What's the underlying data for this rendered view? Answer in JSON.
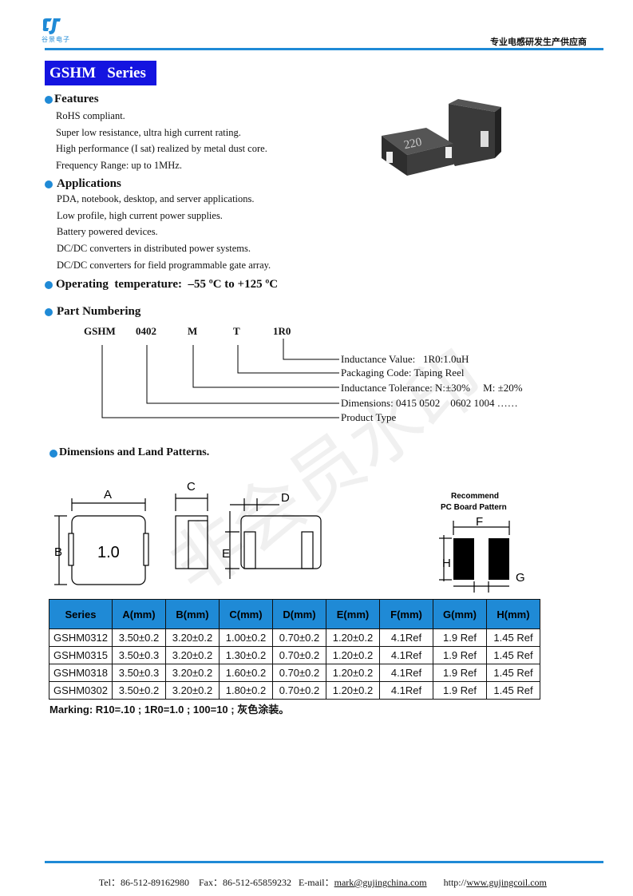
{
  "header": {
    "company_tagline": "专业电感研发生产供应商",
    "logo_text": "谷景电子"
  },
  "series_title": "GSHM   Series",
  "features": {
    "title": "Features",
    "items": [
      "RoHS compliant.",
      "Super low resistance, ultra high current rating.",
      "High performance (I sat) realized by metal dust core.",
      "Frequency Range: up to 1MHz."
    ]
  },
  "applications": {
    "title": "Applications",
    "items": [
      "PDA, notebook, desktop, and server applications.",
      "Low profile, high current power supplies.",
      "Battery powered devices.",
      "DC/DC converters in distributed power systems.",
      "DC/DC converters for field programmable gate array."
    ]
  },
  "operating_temp": "Operating  temperature:  –55 ºC to +125 ºC",
  "part_numbering": {
    "title": "Part Numbering",
    "codes": [
      "GSHM",
      "0402",
      "M",
      "T",
      "1R0"
    ],
    "legend": [
      "Inductance Value:   1R0:1.0uH",
      "Packaging Code: Taping Reel",
      "Inductance Tolerance: N:±30%     M: ±20%",
      "Dimensions: 0415 0502    0602 1004 ……",
      "Product Type"
    ]
  },
  "product_marking": "220",
  "dimensions": {
    "title": "Dimensions and Land Patterns.",
    "drawing_labels": {
      "A": "A",
      "B": "B",
      "C": "C",
      "D": "D",
      "E": "E",
      "F": "F",
      "G": "G",
      "H": "H",
      "value": "1.0",
      "recommend_line1": "Recommend",
      "recommend_line2": "PC Board Pattern"
    },
    "headers": [
      "Series",
      "A(mm)",
      "B(mm)",
      "C(mm)",
      "D(mm)",
      "E(mm)",
      "F(mm)",
      "G(mm)",
      "H(mm)"
    ],
    "rows": [
      [
        "GSHM0312",
        "3.50±0.2",
        "3.20±0.2",
        "1.00±0.2",
        "0.70±0.2",
        "1.20±0.2",
        "4.1Ref",
        "1.9 Ref",
        "1.45 Ref"
      ],
      [
        "GSHM0315",
        "3.50±0.3",
        "3.20±0.2",
        "1.30±0.2",
        "0.70±0.2",
        "1.20±0.2",
        "4.1Ref",
        "1.9 Ref",
        "1.45 Ref"
      ],
      [
        "GSHM0318",
        "3.50±0.3",
        "3.20±0.2",
        "1.60±0.2",
        "0.70±0.2",
        "1.20±0.2",
        "4.1Ref",
        "1.9 Ref",
        "1.45 Ref"
      ],
      [
        "GSHM0302",
        "3.50±0.2",
        "3.20±0.2",
        "1.80±0.2",
        "0.70±0.2",
        "1.20±0.2",
        "4.1Ref",
        "1.9 Ref",
        "1.45 Ref"
      ]
    ]
  },
  "marking_note": "Marking: R10=.10 ; 1R0=1.0 ; 100=10 ;  灰色涂装。",
  "watermark": "非会员水印",
  "footer": {
    "tel": "Tel：86-512-89162980",
    "fax": "Fax：86-512-65859232",
    "email_label": "E-mail：",
    "email": "mark@gujingchina.com",
    "web_label": "http://",
    "web": "www.gujingcoil.com"
  },
  "colors": {
    "accent": "#1f8ad6",
    "series_box": "#1414e0"
  }
}
